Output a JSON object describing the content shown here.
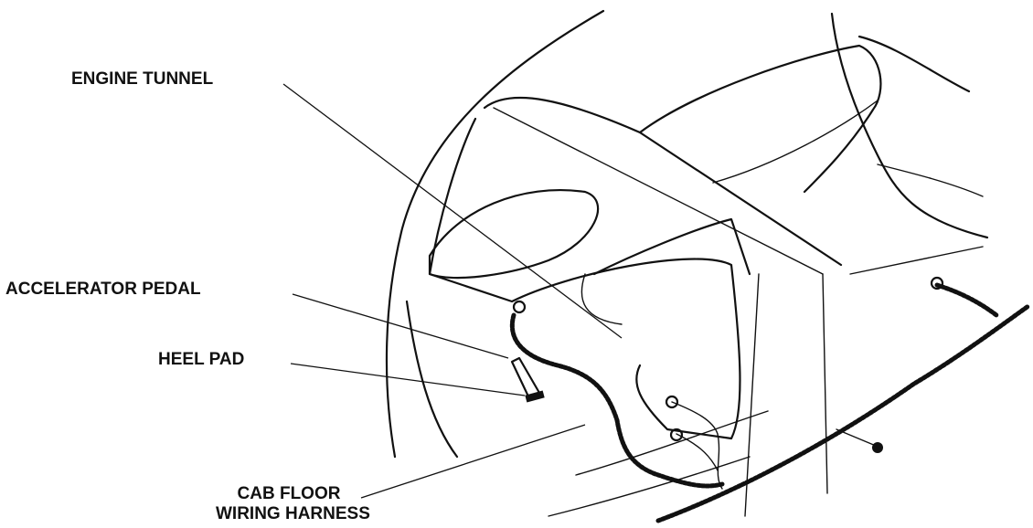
{
  "diagram": {
    "labels": {
      "engine_tunnel": "ENGINE TUNNEL",
      "accelerator_pedal": "ACCELERATOR PEDAL",
      "heel_pad": "HEEL PAD",
      "harness_line1": "CAB FLOOR",
      "harness_line2": "WIRING HARNESS"
    },
    "colors": {
      "ink": "#111111",
      "background": "#ffffff"
    }
  }
}
